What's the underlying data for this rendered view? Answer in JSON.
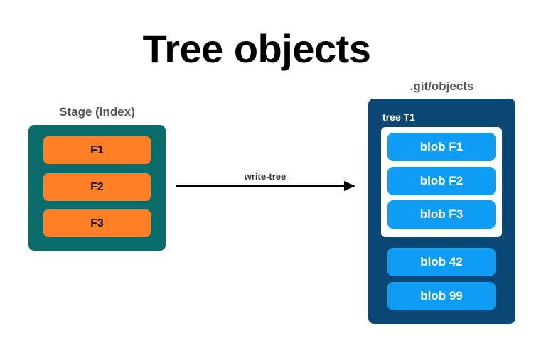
{
  "title": "Tree objects",
  "stage": {
    "label": "Stage (index)",
    "items": [
      "F1",
      "F2",
      "F3"
    ],
    "box_color": "#0a6b6b",
    "item_color": "#ff7f26"
  },
  "arrow": {
    "label": "write-tree"
  },
  "objects": {
    "label": ".git/objects",
    "box_color": "#0a4775",
    "tree": {
      "label": "tree T1",
      "blobs": [
        "blob F1",
        "blob F2",
        "blob F3"
      ]
    },
    "blobs": [
      "blob 42",
      "blob 99"
    ],
    "blob_color": "#0f9cf5"
  }
}
